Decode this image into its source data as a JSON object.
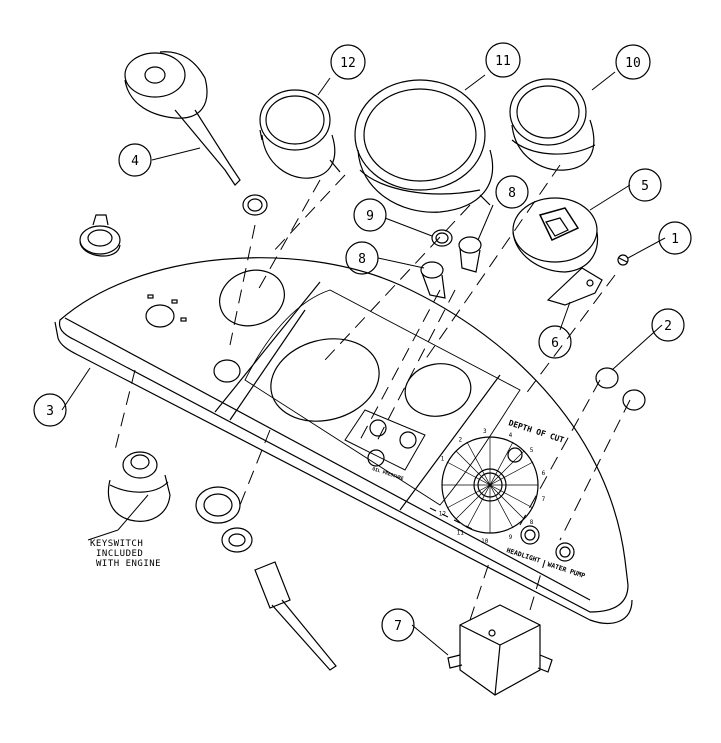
{
  "callouts": [
    {
      "label": "1"
    },
    {
      "label": "2"
    },
    {
      "label": "3"
    },
    {
      "label": "4"
    },
    {
      "label": "5"
    },
    {
      "label": "6"
    },
    {
      "label": "7"
    },
    {
      "label": "8"
    },
    {
      "label": "8"
    },
    {
      "label": "9"
    },
    {
      "label": "10"
    },
    {
      "label": "11"
    },
    {
      "label": "12"
    }
  ],
  "note": {
    "line1": "KEYSWITCH",
    "line2": "INCLUDED",
    "line3": "WITH ENGINE"
  },
  "panel": {
    "depth_of_cut": "DEPTH OF CUT",
    "headlight": "HEADLIGHT",
    "water_pump": "WATER PUMP",
    "oil_pressure": "OIL PRESSURE"
  },
  "dial_numbers": [
    "1",
    "2",
    "3",
    "4",
    "5",
    "6",
    "7",
    "8",
    "9",
    "10",
    "11",
    "12"
  ]
}
